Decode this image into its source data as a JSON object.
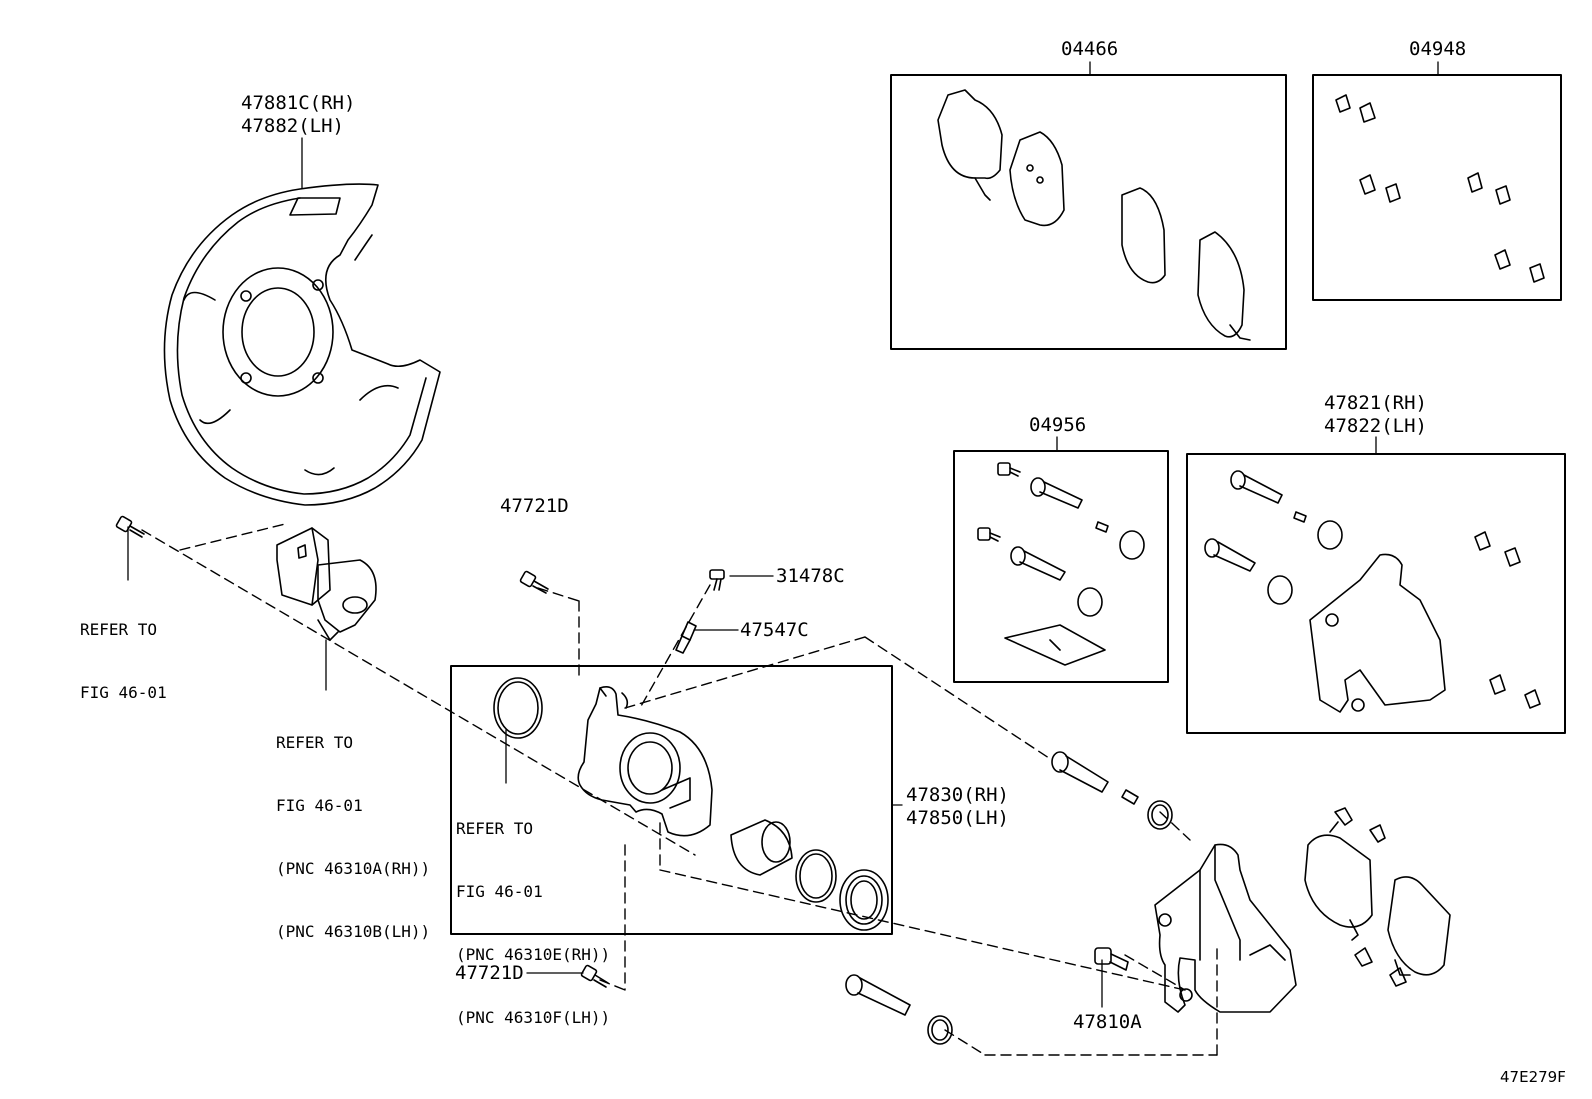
{
  "labels": {
    "part_04466": "04466",
    "part_04948": "04948",
    "part_04956": "04956",
    "part_47821": "47821(RH)",
    "part_47822": "47822(LH)",
    "part_47881c": "47881C(RH)",
    "part_47882": "47882(LH)",
    "part_47721d_top": "47721D",
    "part_31478c": "31478C",
    "part_47547c": "47547C",
    "part_47830": "47830(RH)",
    "part_47850": "47850(LH)",
    "part_47721d_bottom": "47721D",
    "part_47810a": "47810A"
  },
  "references": {
    "ref1": {
      "line1": "REFER TO",
      "line2": "FIG 46-01"
    },
    "ref2": {
      "line1": "REFER TO",
      "line2": "FIG 46-01",
      "line3": "(PNC 46310A(RH))",
      "line4": "(PNC 46310B(LH))"
    },
    "ref3": {
      "line1": "REFER TO",
      "line2": "FIG 46-01",
      "line3": "(PNC 46310E(RH))",
      "line4": "(PNC 46310F(LH))"
    }
  },
  "figure_id": "47E279F",
  "colors": {
    "line": "#000000",
    "background": "#ffffff"
  }
}
